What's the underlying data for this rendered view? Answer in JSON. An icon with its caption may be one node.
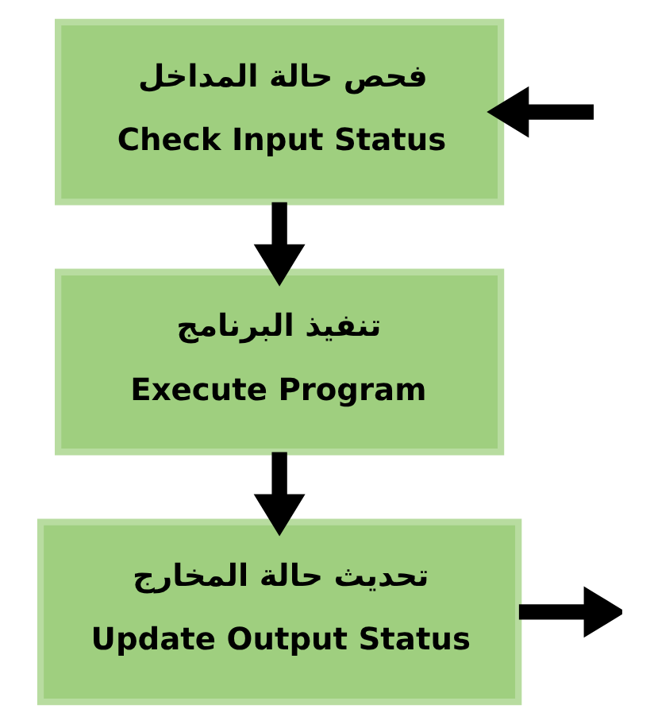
{
  "diagram": {
    "nodes": [
      {
        "text": [
          "فحص حالة المداخل",
          "Check Input Status"
        ]
      },
      {
        "text": [
          "تنفيذ البرنامج",
          "Execute Program"
        ]
      },
      {
        "text": [
          "تحديث حالة المخارج",
          "Update Output Status"
        ]
      }
    ],
    "edges": [
      {
        "from": null,
        "to": 0,
        "arrow": "to"
      },
      {
        "from": 0,
        "to": 1,
        "arrow": "to"
      },
      {
        "from": 1,
        "to": 2,
        "arrow": "to"
      },
      {
        "from": 2,
        "to": null,
        "arrow": "to"
      }
    ]
  }
}
